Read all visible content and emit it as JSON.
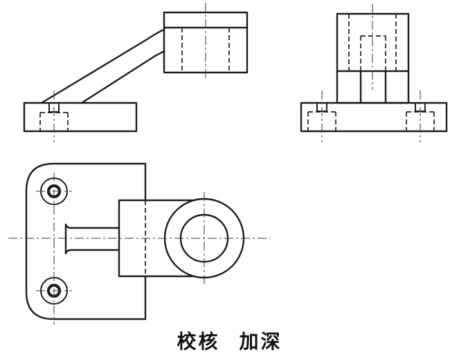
{
  "page": {
    "background": "#ffffff",
    "line_color": "#1c1c1c",
    "centerline_color": "#3a3a3a",
    "description": "three-view orthographic technical drawing of a support bracket"
  },
  "caption": {
    "check": "校核",
    "darken": "加深"
  }
}
